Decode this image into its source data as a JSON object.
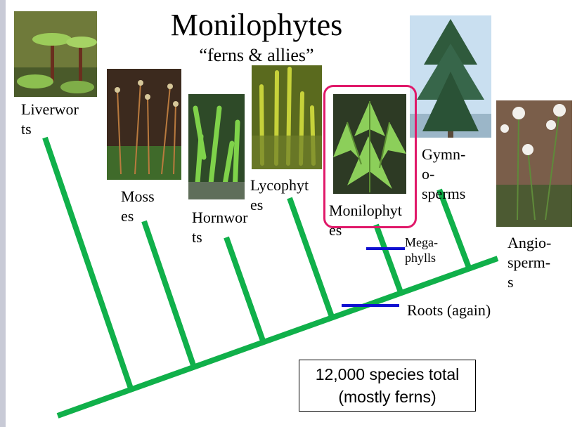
{
  "title": "Monilophytes",
  "subtitle": "“ferns & allies”",
  "taxa": [
    {
      "name": "liverworts",
      "label": "Liverworts"
    },
    {
      "name": "mosses",
      "label": "Mosses"
    },
    {
      "name": "hornworts",
      "label": "Hornworts"
    },
    {
      "name": "lycophytes",
      "label": "Lycophytes"
    },
    {
      "name": "monilophytes",
      "label": "Monilophytes"
    },
    {
      "name": "gymnosperms",
      "label": "Gymnosperms"
    },
    {
      "name": "angiosperms",
      "label": "Angiosperms"
    }
  ],
  "character_labels": {
    "megaphylls": "Megaphylls",
    "roots": "Roots (again)"
  },
  "note": "12,000 species total (mostly ferns)",
  "colors": {
    "branch": "#10b04a",
    "character": "#1010d0",
    "highlight": "#e0196a"
  }
}
